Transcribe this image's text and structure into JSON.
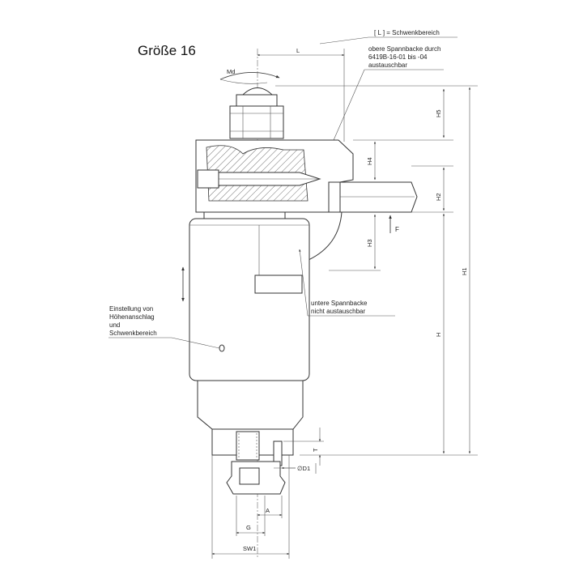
{
  "title": "Größe 16",
  "legend_swing": "[ L ] = Schwenkbereich",
  "note_upper_jaw": [
    "obere Spannbacke durch",
    "6419B-16-01 bis -04",
    "austauschbar"
  ],
  "note_lower_jaw": [
    "untere Spannbacke",
    "nicht austauschbar"
  ],
  "note_adjust": [
    "Einstellung von",
    "Höhenanschlag",
    "und",
    "Schwenkbereich"
  ],
  "dimensions": {
    "L": "L",
    "Md": "Md",
    "H5": "H5",
    "H4": "H4",
    "H2": "H2",
    "H3": "H3",
    "H1": "H1",
    "H": "H",
    "F": "F",
    "T": "T",
    "D1": "∅D1",
    "A": "A",
    "G": "G",
    "SW1": "SW1"
  }
}
